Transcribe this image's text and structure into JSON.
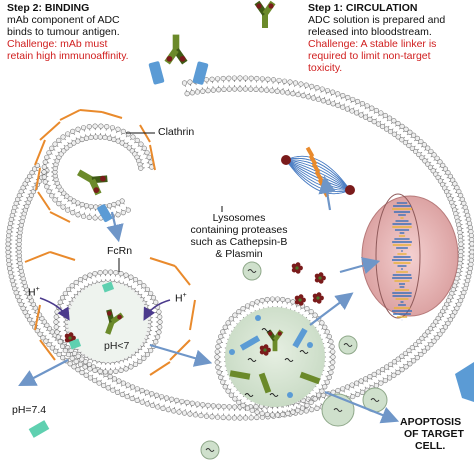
{
  "step2": {
    "title": "Step 2: BINDING",
    "line1": "mAb component of ADC",
    "line2": "binds to tumour antigen.",
    "challenge1": "Challenge: mAb must",
    "challenge2": "retain high immunoaffinity."
  },
  "step1": {
    "title": "Step 1: CIRCULATION",
    "line1": "ADC solution is prepared and",
    "line2": "released into bloodstream.",
    "challenge1": "Challenge: A stable linker is",
    "challenge2": "required to limit non-target",
    "challenge3": "toxicity."
  },
  "labels": {
    "clathrin": "Clathrin",
    "fcrn": "FcRn",
    "h_plus_left": "H",
    "h_plus_right": "H",
    "plus": "+",
    "ph_inner": "pH<7",
    "ph_outer": "pH=7.4",
    "lysosome1": "Lysosomes",
    "lysosome2": "containing proteases",
    "lysosome3": "such as Cathepsin-B",
    "lysosome4": "& Plasmin",
    "apoptosis1": "APOPTOSIS",
    "apoptosis2": "OF TARGET",
    "apoptosis3": "CELL."
  },
  "colors": {
    "membrane_head": "#eeeeee",
    "membrane_stroke": "#777777",
    "clathrin": "#e98a2c",
    "antibody": "#6b8a2a",
    "antibody_dark": "#3f5a15",
    "payload": "#7a1b1b",
    "receptor": "#5b9bd5",
    "fcrn": "#5fd0b0",
    "arrow": "#6f96c8",
    "lysosome": "#cfe0cc",
    "nucleus": "#e8b6b6",
    "spindle": "#4d7fc4",
    "text_red": "#d01e1e"
  }
}
